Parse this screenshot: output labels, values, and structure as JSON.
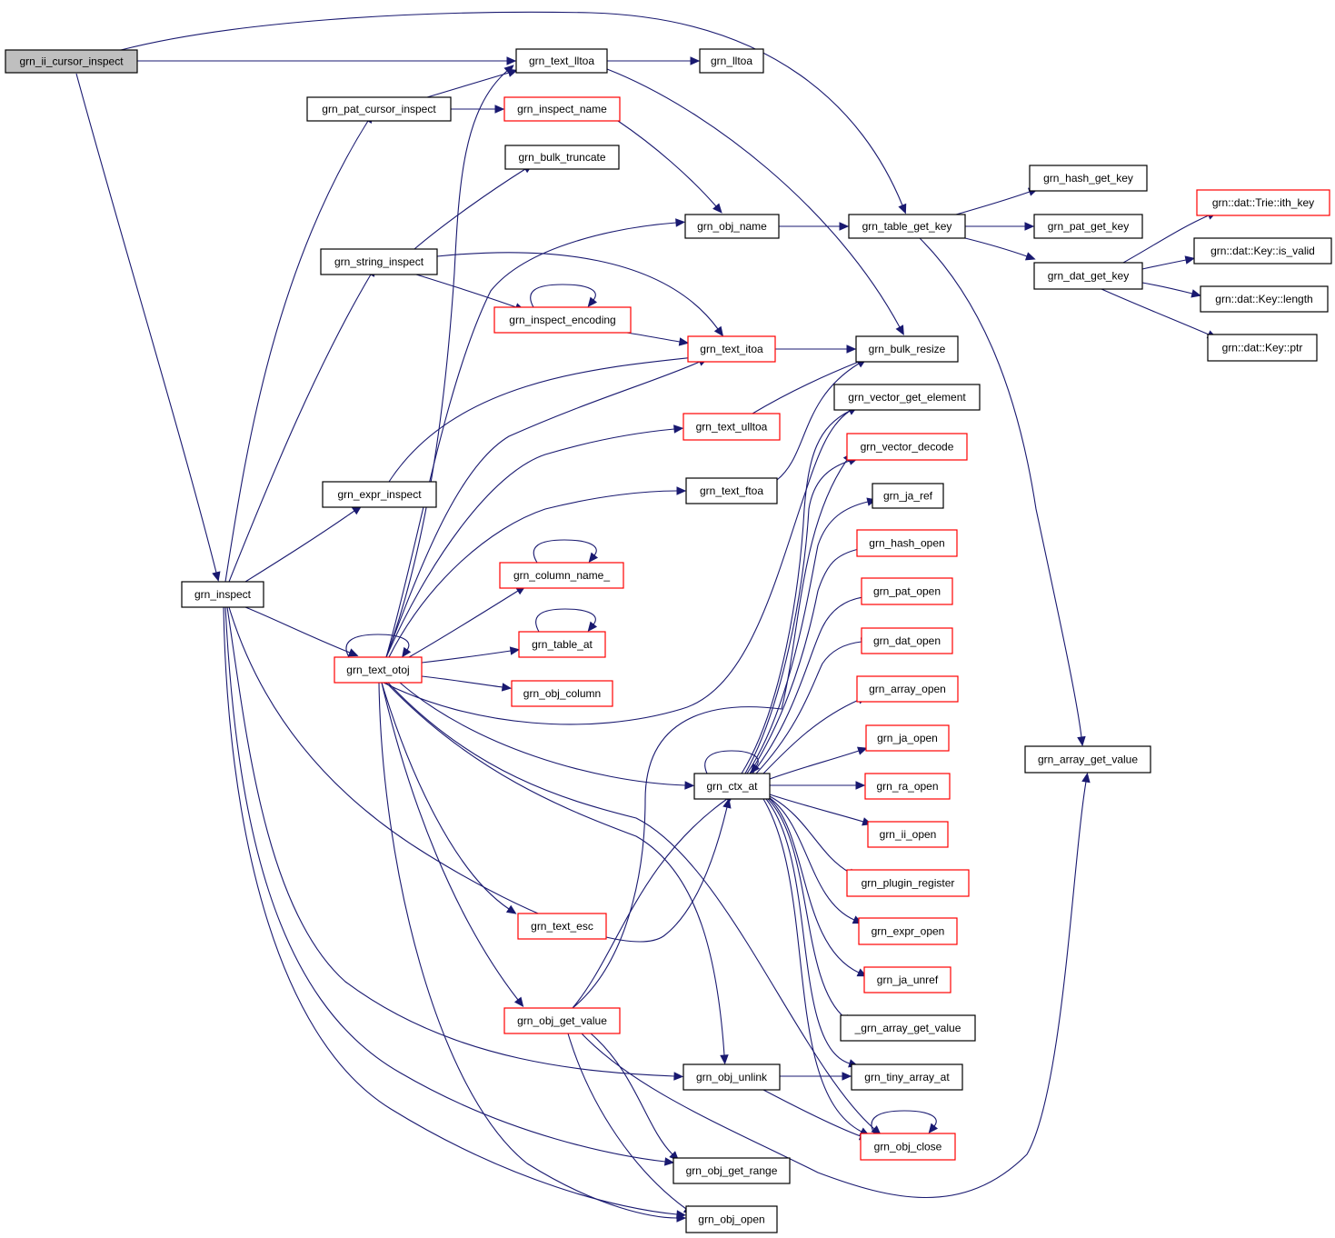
{
  "title": "",
  "colors": {
    "edge": "#191970",
    "node_border": "#000000",
    "node_incomplete_border": "#ff0000",
    "root_fill": "#bfbfbf"
  },
  "nodes": [
    {
      "id": "n_ii_cursor_inspect",
      "label": "grn_ii_cursor_inspect",
      "border": "black",
      "root": true
    },
    {
      "id": "n_text_lltoa",
      "label": "grn_text_lltoa",
      "border": "black"
    },
    {
      "id": "n_lltoa",
      "label": "grn_lltoa",
      "border": "black"
    },
    {
      "id": "n_pat_cursor_inspect",
      "label": "grn_pat_cursor_inspect",
      "border": "black"
    },
    {
      "id": "n_inspect_name",
      "label": "grn_inspect_name",
      "border": "red"
    },
    {
      "id": "n_bulk_truncate",
      "label": "grn_bulk_truncate",
      "border": "black"
    },
    {
      "id": "n_obj_name",
      "label": "grn_obj_name",
      "border": "black"
    },
    {
      "id": "n_table_get_key",
      "label": "grn_table_get_key",
      "border": "black"
    },
    {
      "id": "n_hash_get_key",
      "label": "grn_hash_get_key",
      "border": "black"
    },
    {
      "id": "n_pat_get_key",
      "label": "grn_pat_get_key",
      "border": "black"
    },
    {
      "id": "n_dat_get_key",
      "label": "grn_dat_get_key",
      "border": "black"
    },
    {
      "id": "n_trie_ith_key",
      "label": "grn::dat::Trie::ith_key",
      "border": "red"
    },
    {
      "id": "n_key_is_valid",
      "label": "grn::dat::Key::is_valid",
      "border": "black"
    },
    {
      "id": "n_key_length",
      "label": "grn::dat::Key::length",
      "border": "black"
    },
    {
      "id": "n_key_ptr",
      "label": "grn::dat::Key::ptr",
      "border": "black"
    },
    {
      "id": "n_string_inspect",
      "label": "grn_string_inspect",
      "border": "black"
    },
    {
      "id": "n_inspect_encoding",
      "label": "grn_inspect_encoding",
      "border": "red"
    },
    {
      "id": "n_text_itoa",
      "label": "grn_text_itoa",
      "border": "red"
    },
    {
      "id": "n_bulk_resize",
      "label": "grn_bulk_resize",
      "border": "black"
    },
    {
      "id": "n_vector_get_element",
      "label": "grn_vector_get_element",
      "border": "black"
    },
    {
      "id": "n_text_ulltoa",
      "label": "grn_text_ulltoa",
      "border": "red"
    },
    {
      "id": "n_vector_decode",
      "label": "grn_vector_decode",
      "border": "red"
    },
    {
      "id": "n_expr_inspect",
      "label": "grn_expr_inspect",
      "border": "black"
    },
    {
      "id": "n_text_ftoa",
      "label": "grn_text_ftoa",
      "border": "black"
    },
    {
      "id": "n_ja_ref",
      "label": "grn_ja_ref",
      "border": "black"
    },
    {
      "id": "n_hash_open",
      "label": "grn_hash_open",
      "border": "red"
    },
    {
      "id": "n_column_name_",
      "label": "grn_column_name_",
      "border": "red"
    },
    {
      "id": "n_inspect",
      "label": "grn_inspect",
      "border": "black"
    },
    {
      "id": "n_pat_open",
      "label": "grn_pat_open",
      "border": "red"
    },
    {
      "id": "n_dat_open",
      "label": "grn_dat_open",
      "border": "red"
    },
    {
      "id": "n_table_at",
      "label": "grn_table_at",
      "border": "red"
    },
    {
      "id": "n_text_otoj",
      "label": "grn_text_otoj",
      "border": "red"
    },
    {
      "id": "n_array_open",
      "label": "grn_array_open",
      "border": "red"
    },
    {
      "id": "n_obj_column",
      "label": "grn_obj_column",
      "border": "red"
    },
    {
      "id": "n_ja_open",
      "label": "grn_ja_open",
      "border": "red"
    },
    {
      "id": "n_array_get_value",
      "label": "grn_array_get_value",
      "border": "black"
    },
    {
      "id": "n_ctx_at",
      "label": "grn_ctx_at",
      "border": "black"
    },
    {
      "id": "n_ra_open",
      "label": "grn_ra_open",
      "border": "red"
    },
    {
      "id": "n_ii_open",
      "label": "grn_ii_open",
      "border": "red"
    },
    {
      "id": "n_plugin_register",
      "label": "grn_plugin_register",
      "border": "red"
    },
    {
      "id": "n_text_esc",
      "label": "grn_text_esc",
      "border": "red"
    },
    {
      "id": "n_expr_open",
      "label": "grn_expr_open",
      "border": "red"
    },
    {
      "id": "n_ja_unref",
      "label": "grn_ja_unref",
      "border": "red"
    },
    {
      "id": "n__array_get_value",
      "label": "_grn_array_get_value",
      "border": "black"
    },
    {
      "id": "n_obj_get_value",
      "label": "grn_obj_get_value",
      "border": "red"
    },
    {
      "id": "n_obj_unlink",
      "label": "grn_obj_unlink",
      "border": "black"
    },
    {
      "id": "n_tiny_array_at",
      "label": "grn_tiny_array_at",
      "border": "black"
    },
    {
      "id": "n_obj_close",
      "label": "grn_obj_close",
      "border": "red"
    },
    {
      "id": "n_obj_get_range",
      "label": "grn_obj_get_range",
      "border": "black"
    },
    {
      "id": "n_obj_open",
      "label": "grn_obj_open",
      "border": "black"
    }
  ],
  "edges": [
    [
      "n_ii_cursor_inspect",
      "n_text_lltoa"
    ],
    [
      "n_ii_cursor_inspect",
      "n_table_get_key"
    ],
    [
      "n_ii_cursor_inspect",
      "n_inspect"
    ],
    [
      "n_text_lltoa",
      "n_lltoa"
    ],
    [
      "n_text_lltoa",
      "n_bulk_resize"
    ],
    [
      "n_pat_cursor_inspect",
      "n_text_lltoa"
    ],
    [
      "n_pat_cursor_inspect",
      "n_inspect_name"
    ],
    [
      "n_inspect_name",
      "n_obj_name"
    ],
    [
      "n_obj_name",
      "n_table_get_key"
    ],
    [
      "n_table_get_key",
      "n_hash_get_key"
    ],
    [
      "n_table_get_key",
      "n_pat_get_key"
    ],
    [
      "n_table_get_key",
      "n_dat_get_key"
    ],
    [
      "n_table_get_key",
      "n_array_get_value"
    ],
    [
      "n_dat_get_key",
      "n_trie_ith_key"
    ],
    [
      "n_dat_get_key",
      "n_key_is_valid"
    ],
    [
      "n_dat_get_key",
      "n_key_length"
    ],
    [
      "n_dat_get_key",
      "n_key_ptr"
    ],
    [
      "n_string_inspect",
      "n_bulk_truncate"
    ],
    [
      "n_string_inspect",
      "n_inspect_encoding"
    ],
    [
      "n_string_inspect",
      "n_text_itoa"
    ],
    [
      "n_inspect_encoding",
      "n_inspect_encoding"
    ],
    [
      "n_inspect_encoding",
      "n_text_itoa"
    ],
    [
      "n_text_itoa",
      "n_bulk_resize"
    ],
    [
      "n_text_ulltoa",
      "n_bulk_resize"
    ],
    [
      "n_text_ftoa",
      "n_bulk_resize"
    ],
    [
      "n_expr_inspect",
      "n_text_itoa"
    ],
    [
      "n_inspect",
      "n_pat_cursor_inspect"
    ],
    [
      "n_inspect",
      "n_string_inspect"
    ],
    [
      "n_inspect",
      "n_expr_inspect"
    ],
    [
      "n_inspect",
      "n_text_otoj"
    ],
    [
      "n_inspect",
      "n_ctx_at"
    ],
    [
      "n_inspect",
      "n_obj_unlink"
    ],
    [
      "n_inspect",
      "n_obj_get_range"
    ],
    [
      "n_inspect",
      "n_obj_open"
    ],
    [
      "n_column_name_",
      "n_column_name_"
    ],
    [
      "n_table_at",
      "n_table_at"
    ],
    [
      "n_text_otoj",
      "n_text_otoj"
    ],
    [
      "n_text_otoj",
      "n_text_lltoa"
    ],
    [
      "n_text_otoj",
      "n_obj_name"
    ],
    [
      "n_text_otoj",
      "n_text_itoa"
    ],
    [
      "n_text_otoj",
      "n_text_ulltoa"
    ],
    [
      "n_text_otoj",
      "n_text_ftoa"
    ],
    [
      "n_text_otoj",
      "n_column_name_"
    ],
    [
      "n_text_otoj",
      "n_table_at"
    ],
    [
      "n_text_otoj",
      "n_obj_column"
    ],
    [
      "n_text_otoj",
      "n_vector_get_element"
    ],
    [
      "n_text_otoj",
      "n_ctx_at"
    ],
    [
      "n_text_otoj",
      "n_text_esc"
    ],
    [
      "n_text_otoj",
      "n_obj_get_value"
    ],
    [
      "n_text_otoj",
      "n_obj_unlink"
    ],
    [
      "n_text_otoj",
      "n_obj_close"
    ],
    [
      "n_text_otoj",
      "n_obj_open"
    ],
    [
      "n_ctx_at",
      "n_ctx_at"
    ],
    [
      "n_ctx_at",
      "n_vector_get_element"
    ],
    [
      "n_ctx_at",
      "n_vector_decode"
    ],
    [
      "n_ctx_at",
      "n_ja_ref"
    ],
    [
      "n_ctx_at",
      "n_hash_open"
    ],
    [
      "n_ctx_at",
      "n_pat_open"
    ],
    [
      "n_ctx_at",
      "n_dat_open"
    ],
    [
      "n_ctx_at",
      "n_array_open"
    ],
    [
      "n_ctx_at",
      "n_ja_open"
    ],
    [
      "n_ctx_at",
      "n_ra_open"
    ],
    [
      "n_ctx_at",
      "n_ii_open"
    ],
    [
      "n_ctx_at",
      "n_plugin_register"
    ],
    [
      "n_ctx_at",
      "n_expr_open"
    ],
    [
      "n_ctx_at",
      "n_ja_unref"
    ],
    [
      "n_ctx_at",
      "n__array_get_value"
    ],
    [
      "n_ctx_at",
      "n_tiny_array_at"
    ],
    [
      "n_ctx_at",
      "n_obj_close"
    ],
    [
      "n_obj_get_value",
      "n_ctx_at"
    ],
    [
      "n_obj_get_value",
      "n_vector_decode"
    ],
    [
      "n_obj_get_value",
      "n_obj_get_range"
    ],
    [
      "n_obj_get_value",
      "n_obj_open"
    ],
    [
      "n_obj_get_value",
      "n_array_get_value"
    ],
    [
      "n_obj_unlink",
      "n_tiny_array_at"
    ],
    [
      "n_obj_unlink",
      "n_obj_close"
    ],
    [
      "n_obj_close",
      "n_obj_close"
    ]
  ]
}
